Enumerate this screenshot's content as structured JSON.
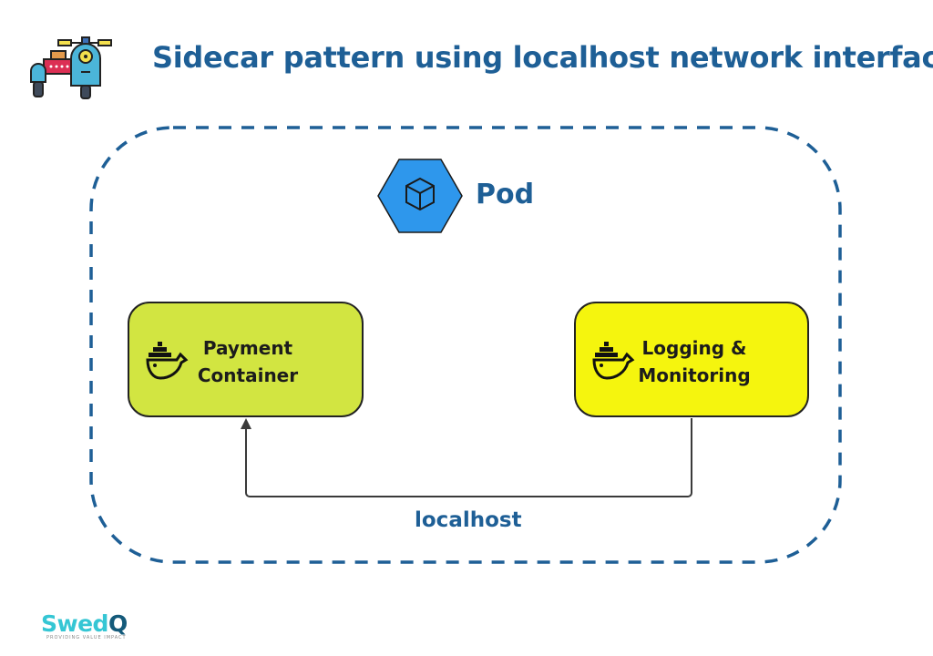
{
  "header": {
    "title": "Sidecar pattern using localhost network interface",
    "icon": "motorcycle-sidecar-icon"
  },
  "pod": {
    "label": "Pod",
    "icon": "cube-hexagon-icon",
    "border_color": "#1e5f96",
    "icon_fill": "#2e97ec"
  },
  "containers": [
    {
      "label_line1": "Payment",
      "label_line2": "Container",
      "icon": "docker-whale-icon",
      "fill": "#d2e541"
    },
    {
      "label_line1": "Logging &",
      "label_line2": "Monitoring",
      "icon": "docker-whale-icon",
      "fill": "#f5f50e"
    }
  ],
  "connection": {
    "label": "localhost",
    "from": "Logging & Monitoring",
    "to": "Payment Container"
  },
  "brand": {
    "name_part1": "Swed",
    "name_part2": "Q",
    "tagline": "PROVIDING VALUE IMPACT"
  }
}
